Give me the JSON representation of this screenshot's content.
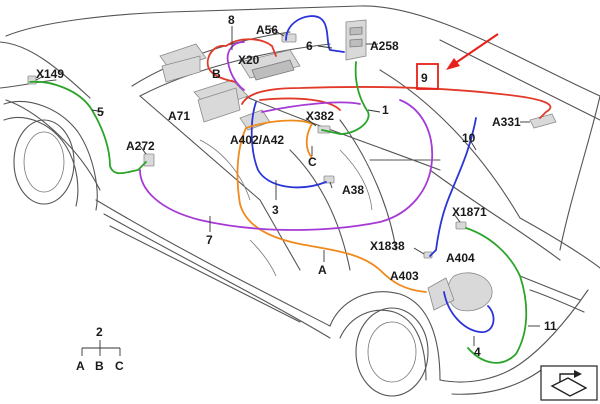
{
  "colors": {
    "red": "#e23a2a",
    "blue": "#2a35d8",
    "green": "#2aa52a",
    "orange": "#f08a1c",
    "purple": "#a63ad6",
    "highlight": "#e8201a",
    "outline": "#555555"
  },
  "labels": {
    "x149": "X149",
    "n5": "5",
    "a272": "A272",
    "n8": "8",
    "a56": "A56",
    "n6": "6",
    "a258": "A258",
    "b": "B",
    "x20": "X20",
    "a71": "A71",
    "n9": "9",
    "n1": "1",
    "x382": "X382",
    "a402": "A402/A42",
    "c": "C",
    "a331": "A331",
    "n10": "10",
    "a38": "A38",
    "n3": "3",
    "n7": "7",
    "x1871": "X1871",
    "x1838": "X1838",
    "a404": "A404",
    "a": "A",
    "a403": "A403",
    "n11": "11",
    "n4": "4"
  },
  "legend": {
    "top": "2",
    "a": "A",
    "b": "B",
    "c": "C"
  },
  "icons": {
    "corner": "flip-arrow-icon",
    "pointer": "red-arrow-icon"
  }
}
